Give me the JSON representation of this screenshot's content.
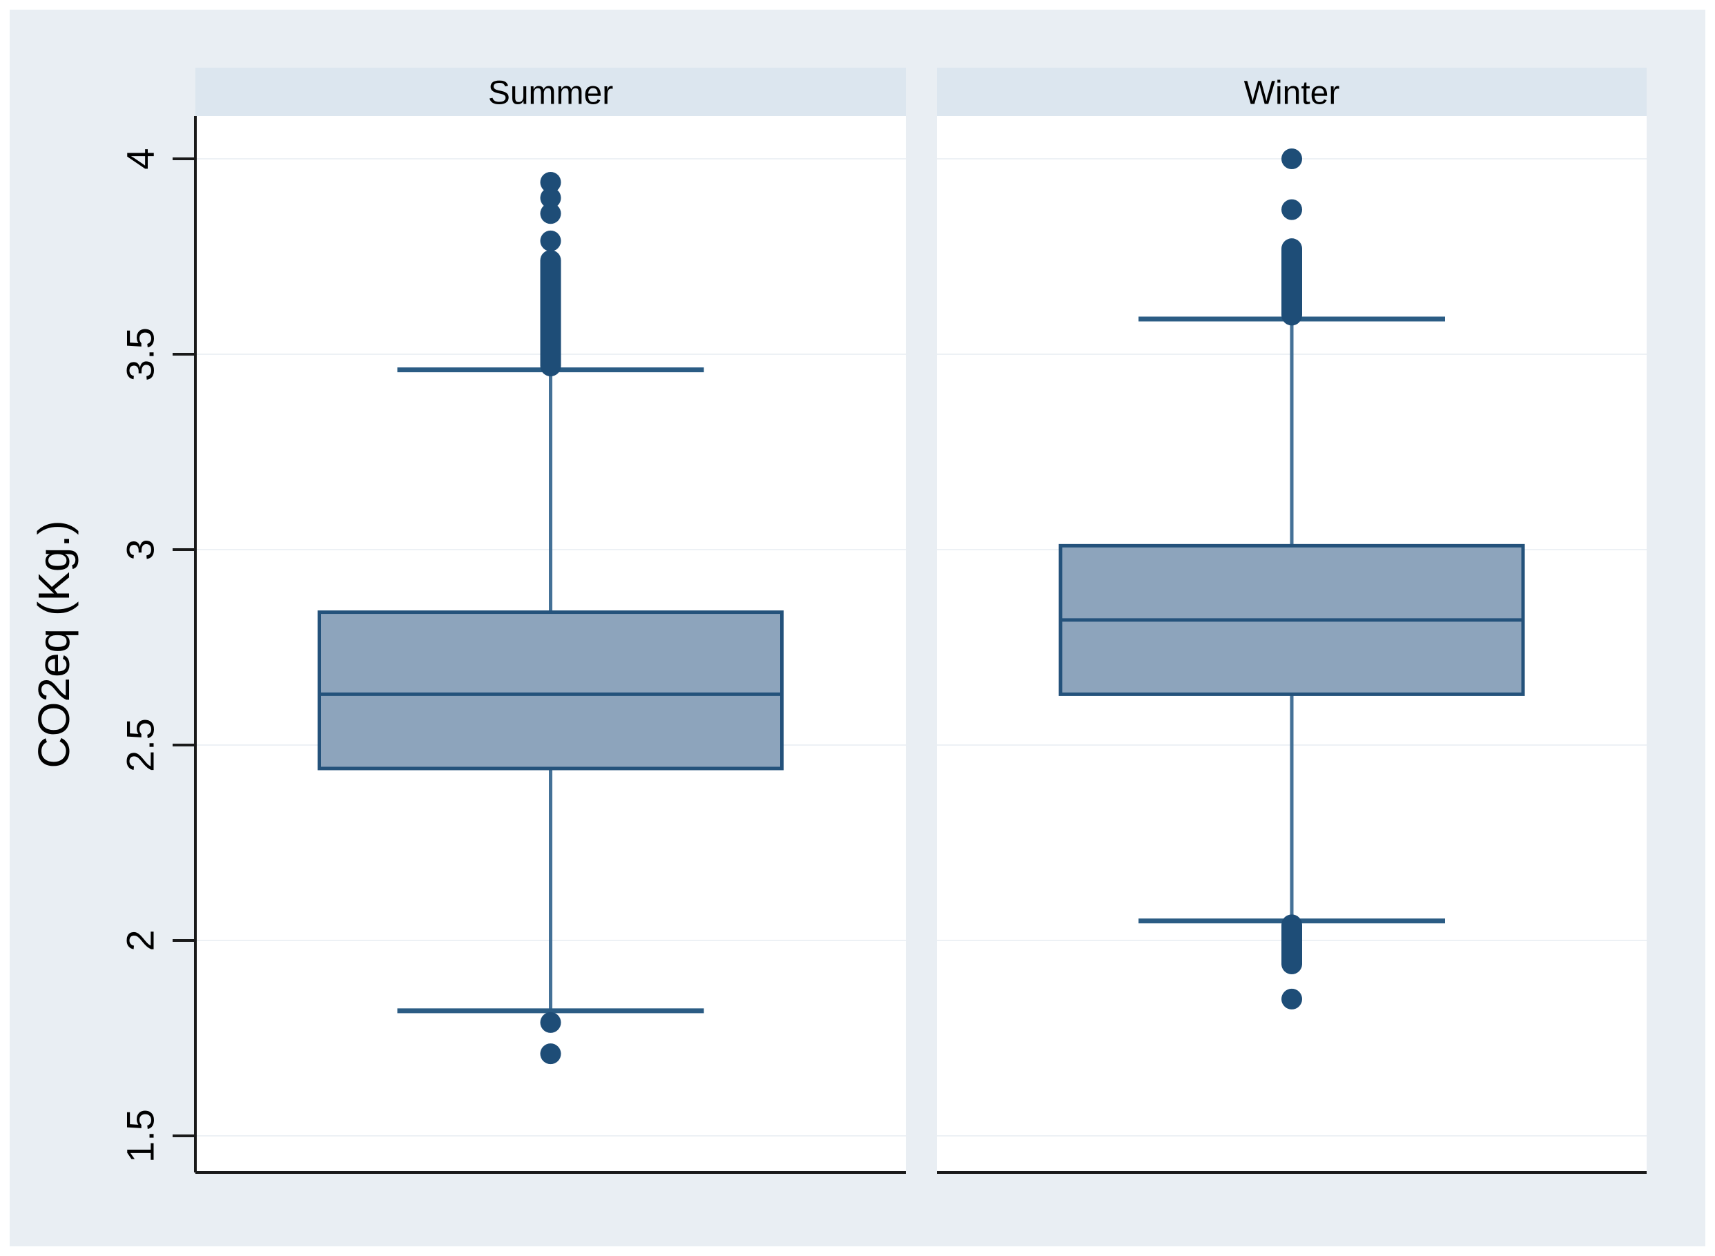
{
  "chart_data": {
    "type": "box",
    "title": "",
    "ylabel": "CO2eq (Kg.)",
    "xlabel": "",
    "legend_position": "none",
    "grid": true,
    "ylim": [
      1.41,
      4.11
    ],
    "yticks": [
      {
        "value": 4,
        "label": "4"
      },
      {
        "value": 3.5,
        "label": "3.5"
      },
      {
        "value": 3,
        "label": "3"
      },
      {
        "value": 2.5,
        "label": "2.5"
      },
      {
        "value": 2,
        "label": "2"
      },
      {
        "value": 1.5,
        "label": "1.5"
      }
    ],
    "categories": [
      "Summer",
      "Winter"
    ],
    "panels": [
      {
        "label": "Summer",
        "box": {
          "q1": 2.44,
          "median": 2.63,
          "q3": 2.84
        },
        "whiskers": {
          "low": 1.82,
          "high": 3.46
        },
        "outliers": {
          "high_points": [
            3.94,
            3.9,
            3.86,
            3.79
          ],
          "high_band": [
            3.47,
            3.74
          ],
          "low_points": [
            1.79,
            1.71
          ],
          "low_band": null
        }
      },
      {
        "label": "Winter",
        "box": {
          "q1": 2.63,
          "median": 2.82,
          "q3": 3.01
        },
        "whiskers": {
          "low": 2.05,
          "high": 3.59
        },
        "outliers": {
          "high_points": [
            4.0,
            3.87
          ],
          "high_band": [
            3.6,
            3.77
          ],
          "low_points": [
            1.85
          ],
          "low_band": [
            1.94,
            2.04
          ]
        }
      }
    ],
    "colors": {
      "canvas": "#e9eef3",
      "panel_header": "#dce6ef",
      "plot_bg": "#ffffff",
      "gridline": "#edf1f5",
      "box_fill": "#8da4bc",
      "box_border": "#24527b",
      "median_line": "#24527b",
      "whisker_line": "#447197",
      "whisker_cap": "#2b5c84",
      "outlier_dot": "#1e4d77",
      "axis_line": "#1a1a1a",
      "text": "#000000"
    }
  }
}
